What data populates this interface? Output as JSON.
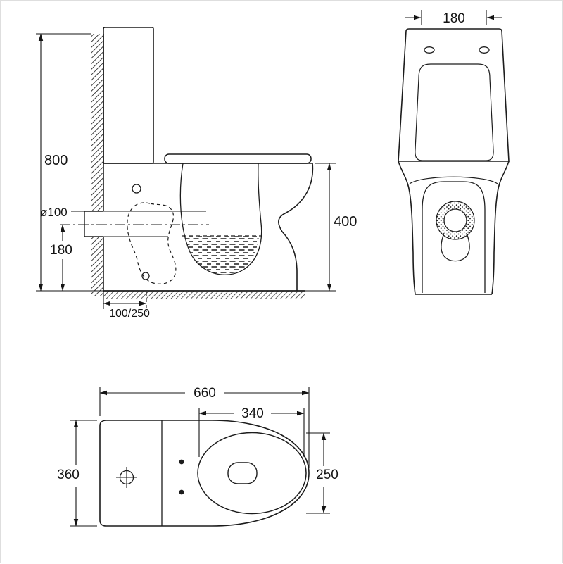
{
  "drawing": {
    "kind": "toilet-suite-installation-drawing",
    "units": "mm",
    "views": {
      "side": {
        "name": "side-elevation",
        "dimensions": {
          "overall_height": "800",
          "rim_height": "400",
          "outlet_centre_height": "180",
          "outlet_diameter": "ø100",
          "outlet_setout": "100/250"
        }
      },
      "front": {
        "name": "front-elevation",
        "dimensions": {
          "cistern_top_width": "180"
        }
      },
      "plan": {
        "name": "plan-view",
        "dimensions": {
          "overall_depth": "660",
          "seat_opening_length": "340",
          "overall_width": "360",
          "seat_opening_width": "250"
        }
      }
    }
  }
}
